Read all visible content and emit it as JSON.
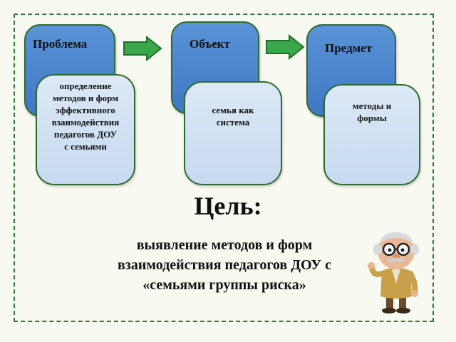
{
  "nodes": [
    {
      "id": "problem",
      "title": "Проблема",
      "detail": "определение\nметодов и форм\nэффективного\nвзаимодействия\nпедагогов ДОУ\nс семьями"
    },
    {
      "id": "object",
      "title": "Объект",
      "detail": "семья как\nсистема"
    },
    {
      "id": "subject",
      "title": "Предмет",
      "detail": "методы и\nформы"
    }
  ],
  "goal": {
    "title": "Цель:",
    "text": "выявление методов и форм\nвзаимодействия педагогов ДОУ с\n«семьями группы риска»"
  },
  "colors": {
    "header_fill": "#4a82cc",
    "detail_fill": "#c7daf1",
    "border": "#2e6a2e",
    "arrow": "#3aa84a",
    "frame": "#2f7a3a"
  },
  "icons": [
    "right-arrow-icon",
    "grandpa-character-icon"
  ]
}
